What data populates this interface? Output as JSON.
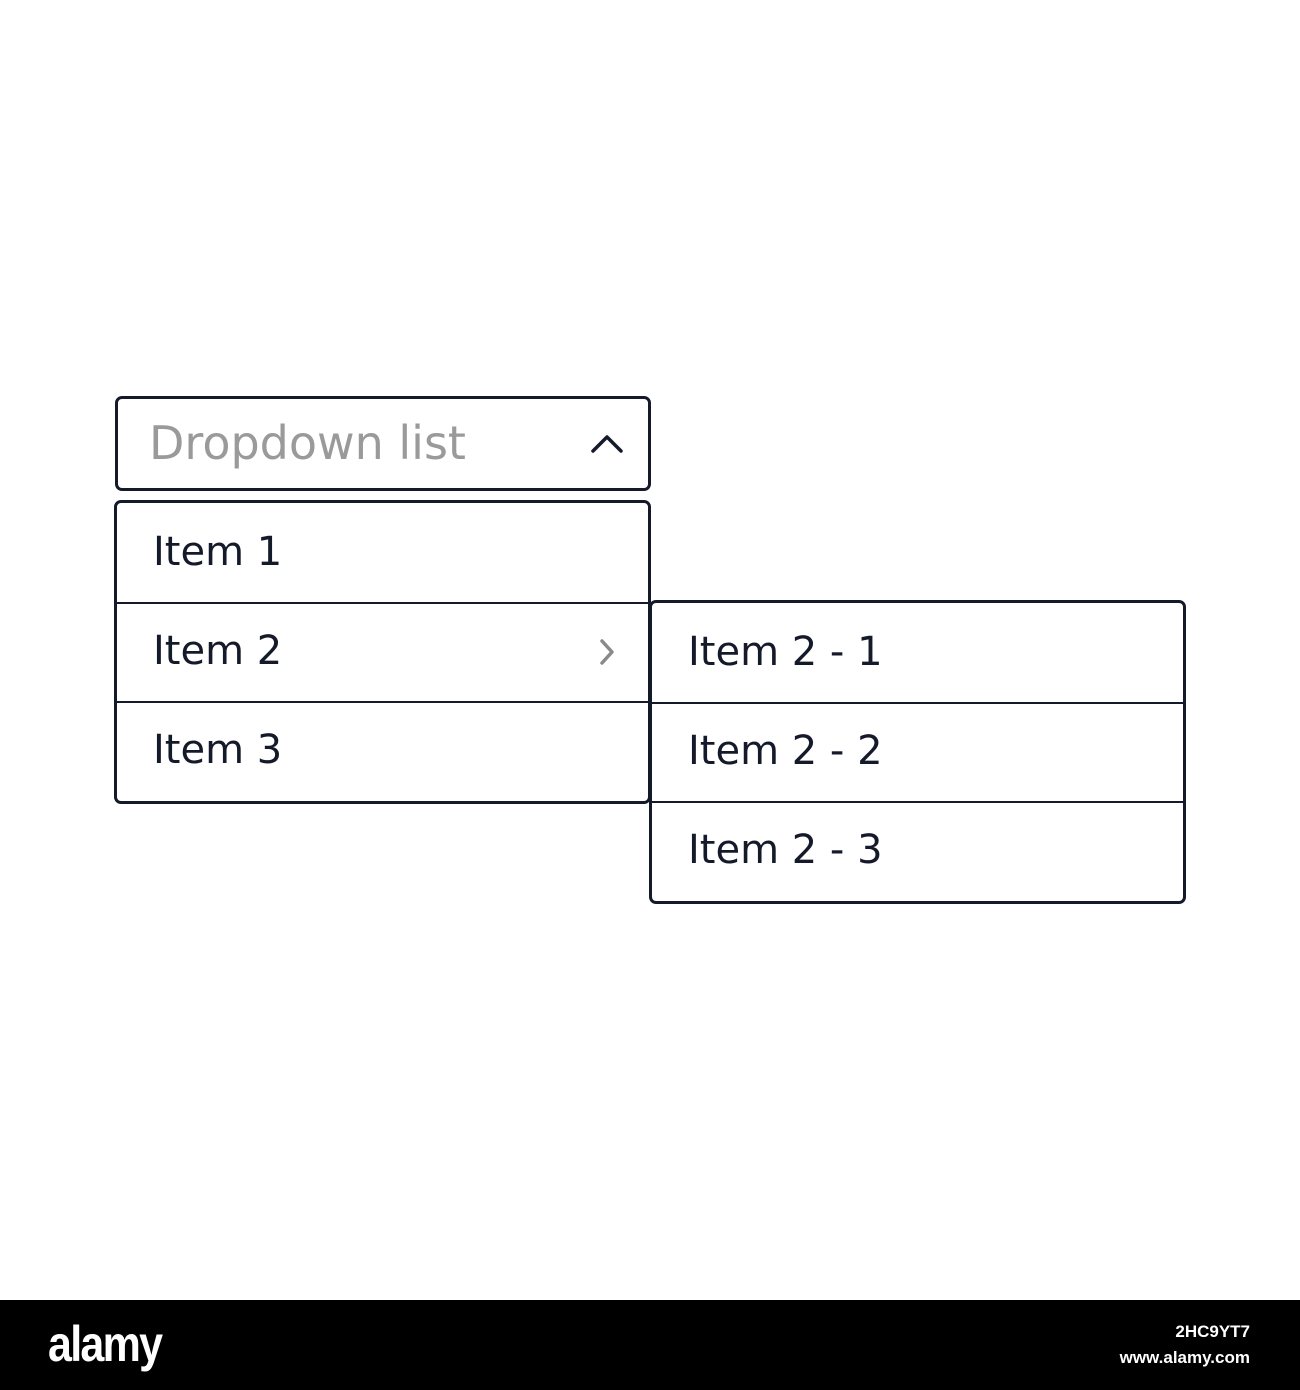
{
  "dropdown": {
    "placeholder": "Dropdown list",
    "state": "open",
    "toggle_icon": "chevron-up-icon"
  },
  "menu": {
    "items": [
      {
        "label": "Item 1",
        "has_submenu": false
      },
      {
        "label": "Item 2",
        "has_submenu": true,
        "submenu_icon": "chevron-right-icon"
      },
      {
        "label": "Item 3",
        "has_submenu": false
      }
    ]
  },
  "submenu": {
    "parent": "Item 2",
    "items": [
      {
        "label": "Item 2 - 1"
      },
      {
        "label": "Item 2 - 2"
      },
      {
        "label": "Item 2 - 3"
      }
    ]
  },
  "watermark": {
    "logo": "alamy",
    "image_id": "2HC9YT7",
    "url": "www.alamy.com"
  },
  "colors": {
    "border": "#151a2b",
    "text": "#151a2b",
    "placeholder": "#9a9a9a",
    "background": "#ffffff",
    "brand_bar": "#000000"
  }
}
